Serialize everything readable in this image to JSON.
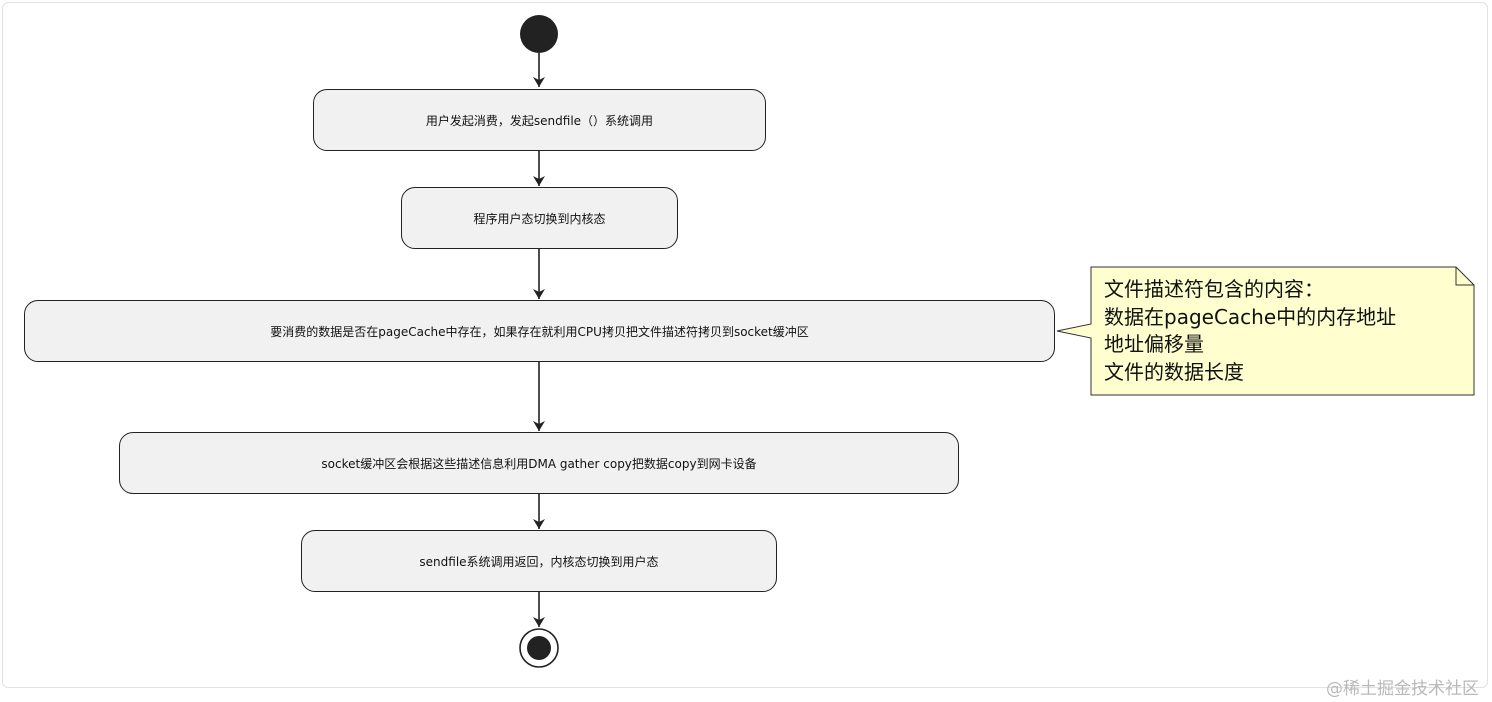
{
  "activities": [
    {
      "id": "a1",
      "label": "用户发起消费，发起sendfile（）系统调用"
    },
    {
      "id": "a2",
      "label": "程序用户态切换到内核态"
    },
    {
      "id": "a3",
      "label": "要消费的数据是否在pageCache中存在，如果存在就利用CPU拷贝把文件描述符拷贝到socket缓冲区"
    },
    {
      "id": "a4",
      "label": "socket缓冲区会根据这些描述信息利用DMA gather copy把数据copy到网卡设备"
    },
    {
      "id": "a5",
      "label": "sendfile系统调用返回，内核态切换到用户态"
    }
  ],
  "note": {
    "lines": [
      "文件描述符包含的内容：",
      "数据在pageCache中的内存地址",
      "地址偏移量",
      "文件的数据长度"
    ]
  },
  "watermark": "@稀土掘金技术社区",
  "colors": {
    "node_fill": "#f1f1f1",
    "node_border": "#222222",
    "note_fill": "#fefece",
    "start_end": "#222222"
  }
}
